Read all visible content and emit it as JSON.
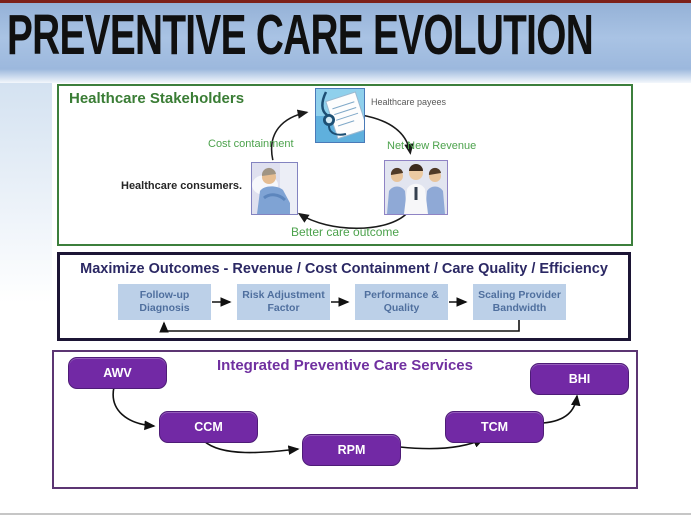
{
  "slide": {
    "title": "PREVENTIVE CARE EVOLUTION"
  },
  "stakeholders": {
    "title": "Healthcare Stakeholders",
    "labels": {
      "payees": "Healthcare payees",
      "cost_containment": "Cost containment",
      "net_new_revenue": "Net New Revenue",
      "consumers": "Healthcare consumers.",
      "better_care_outcome": "Better care outcome"
    }
  },
  "outcomes": {
    "title": "Maximize Outcomes - Revenue / Cost Containment / Care Quality / Efficiency",
    "steps": [
      "Follow-up Diagnosis",
      "Risk Adjustment Factor",
      "Performance & Quality",
      "Scaling Provider Bandwidth"
    ]
  },
  "services": {
    "title": "Integrated Preventive Care Services",
    "nodes": [
      "AWV",
      "CCM",
      "RPM",
      "TCM",
      "BHI"
    ]
  },
  "colors": {
    "title_band_blue": "#a4bfe2",
    "top_accent_red": "#7d211a",
    "stakeholders_green": "#3c7f3c",
    "cycle_label_green": "#4ca24c",
    "outcomes_navy": "#2b2864",
    "outcomes_border": "#1c1535",
    "step_fill_blue": "#bcd0e8",
    "services_purple": "#7030a0",
    "node_fill_purple": "#7229a5"
  }
}
